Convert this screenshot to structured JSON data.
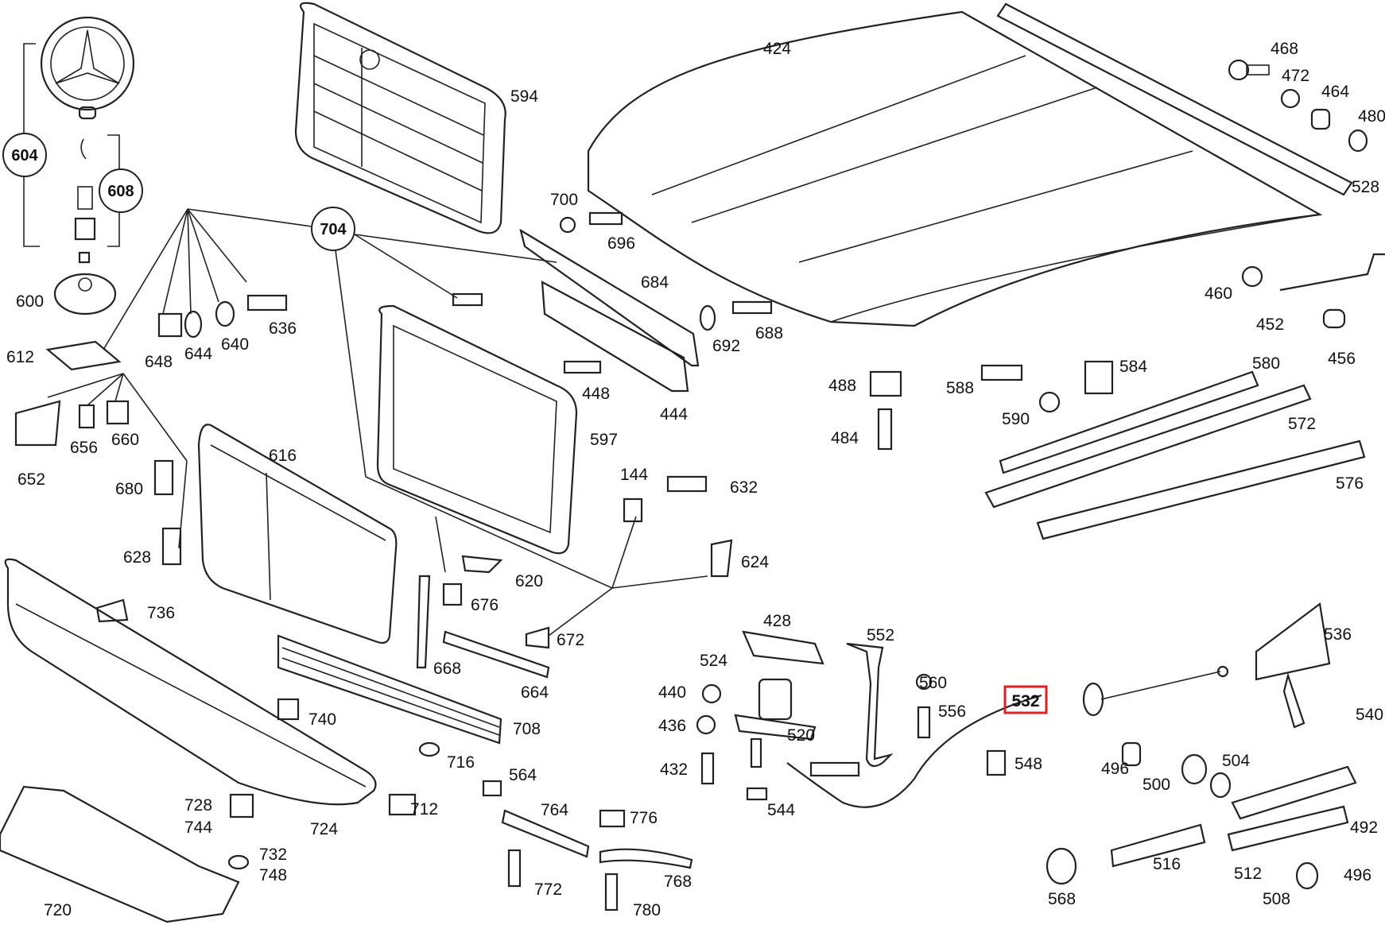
{
  "diagram": {
    "callouts": [
      "604",
      "608",
      "704"
    ],
    "highlighted_label": "532",
    "highlight_color": "#e02020",
    "part_labels": [
      "424",
      "468",
      "472",
      "464",
      "480",
      "528",
      "594",
      "700",
      "696",
      "684",
      "692",
      "688",
      "460",
      "452",
      "456",
      "600",
      "612",
      "648",
      "644",
      "640",
      "636",
      "448",
      "444",
      "488",
      "484",
      "588",
      "584",
      "580",
      "590",
      "572",
      "652",
      "656",
      "660",
      "680",
      "616",
      "597",
      "144",
      "632",
      "576",
      "628",
      "620",
      "676",
      "624",
      "672",
      "736",
      "668",
      "664",
      "428",
      "552",
      "536",
      "524",
      "440",
      "560",
      "740",
      "436",
      "556",
      "520",
      "708",
      "716",
      "548",
      "496",
      "504",
      "500",
      "564",
      "712",
      "764",
      "776",
      "544",
      "432",
      "728",
      "744",
      "732",
      "748",
      "724",
      "720",
      "772",
      "780",
      "768",
      "492",
      "516",
      "512",
      "496b",
      "568",
      "508",
      "540"
    ],
    "label_text": {
      "424": "424",
      "468": "468",
      "472": "472",
      "464": "464",
      "480": "480",
      "528": "528",
      "594": "594",
      "700": "700",
      "696": "696",
      "684": "684",
      "692": "692",
      "688": "688",
      "460": "460",
      "452": "452",
      "456": "456",
      "600": "600",
      "612": "612",
      "648": "648",
      "644": "644",
      "640": "640",
      "636": "636",
      "448": "448",
      "444": "444",
      "488": "488",
      "484": "484",
      "588": "588",
      "584": "584",
      "580": "580",
      "590": "590",
      "572": "572",
      "652": "652",
      "656": "656",
      "660": "660",
      "680": "680",
      "616": "616",
      "597": "597",
      "144": "144",
      "632": "632",
      "576": "576",
      "628": "628",
      "620": "620",
      "676": "676",
      "624": "624",
      "672": "672",
      "736": "736",
      "668": "668",
      "664": "664",
      "428": "428",
      "552": "552",
      "536": "536",
      "524": "524",
      "440": "440",
      "560": "560",
      "740": "740",
      "436": "436",
      "556": "556",
      "520": "520",
      "708": "708",
      "716": "716",
      "548": "548",
      "496": "496",
      "504": "504",
      "500": "500",
      "564": "564",
      "712": "712",
      "764": "764",
      "776": "776",
      "544": "544",
      "432": "432",
      "728": "728",
      "744": "744",
      "732": "732",
      "748": "748",
      "724": "724",
      "720": "720",
      "772": "772",
      "780": "780",
      "768": "768",
      "492": "492",
      "516": "516",
      "512": "512",
      "496b": "496",
      "568": "568",
      "508": "508",
      "540": "540"
    }
  }
}
